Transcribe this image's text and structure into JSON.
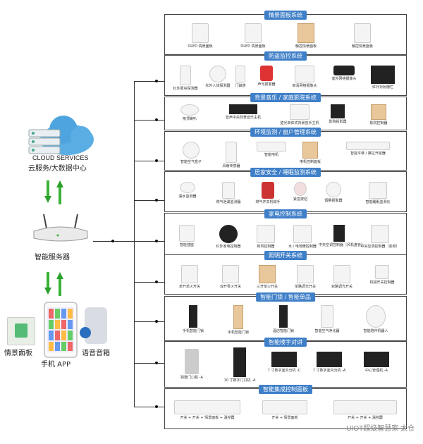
{
  "left": {
    "cloud_title": "CLOUD SERVICES",
    "cloud_subtitle": "云服务/大数据中心",
    "server_label": "智能服务器",
    "panel_label": "情景面板",
    "app_label": "手机 APP",
    "speaker_label": "语音音箱"
  },
  "sections": [
    {
      "title": "情景面板系统",
      "items": [
        "OLED 情景面板",
        "OLED 情景面板",
        "触控情景面板",
        "触控情景面板"
      ]
    },
    {
      "title": "防盗监控系统",
      "items": [
        "红外幕帘探测器",
        "红外人体探测器",
        "门磁感",
        "声光报警器",
        "高清网络摄像头",
        "室外网络摄像头",
        "红外对射栅栏"
      ]
    },
    {
      "title": "背景音乐 / 家庭影院系统",
      "items": [
        "吸顶喇叭",
        "音声中央背景音乐主机",
        "壁光单体式背景音乐主机",
        "影院投影器",
        "影院控制器"
      ]
    },
    {
      "title": "环境监测 / 窗户管理系统",
      "items": [
        "智能空气盒子",
        "风雨传感器",
        "智能电机",
        "电机控制面板",
        "智能平移 / 推拉开窗器"
      ]
    },
    {
      "title": "居家安全 / 睡眠监测系统",
      "items": [
        "漏水监测器",
        "燃气泄漏监测器",
        "燃气开关机械手",
        "紧急按钮",
        "烟雾报警器",
        "智能睡眠监测仪"
      ]
    },
    {
      "title": "家电控制系统",
      "items": [
        "智能插座",
        "红外家电控制器",
        "新风控制器",
        "水 / 电地暖控制器",
        "中央空调控制器（风机盘管）",
        "中央空调控制器（变频）"
      ]
    },
    {
      "title": "照明开关系统",
      "items": [
        "单开单火开关",
        "双开零火开关",
        "三开单火开关",
        "单路调光开关",
        "双路调光开关",
        "机械开关控制器"
      ]
    },
    {
      "title": "智能门锁 / 智能单品",
      "items": [
        "手机智能门锁",
        "手机智能门锁",
        "酒店智能门锁",
        "智能空气净化器",
        "智能陪伴机器人"
      ]
    },
    {
      "title": "智能楼宇对讲",
      "items": [
        "别墅门口机 -A",
        "10 寸数字门口机 -A",
        "7 寸数字室内分机 -C",
        "7 寸数字室内分机 -A",
        "中心管理机 -A"
      ]
    },
    {
      "title": "智能集成控制面板",
      "items": [
        "开关 + 开关 + 情景面板 + 温控器",
        "开关 + 情景面板",
        "开关 + 开关 + 温控器"
      ]
    }
  ],
  "watermark": "UIOT超级智慧家 太仓"
}
